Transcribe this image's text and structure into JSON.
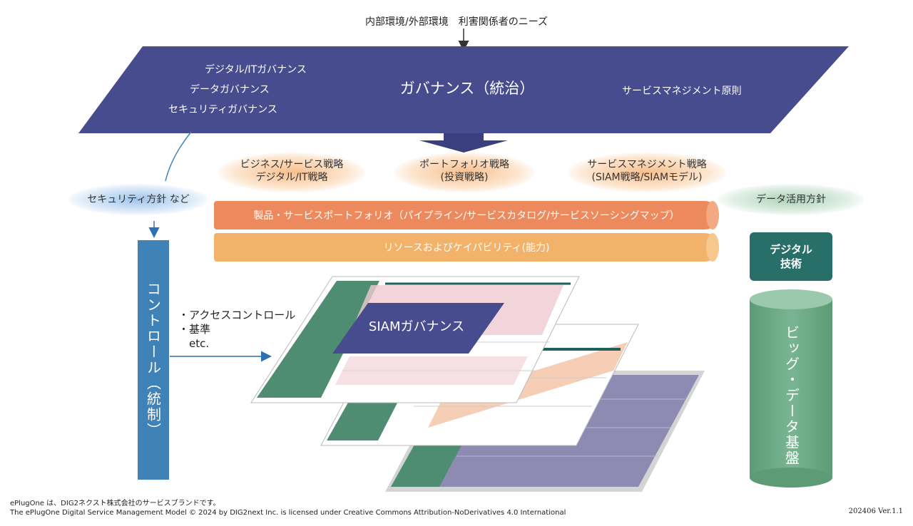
{
  "top_input": "内部環境/外部環境　利害関係者のニーズ",
  "governance": {
    "title": "ガバナンス（統治）",
    "left_items": [
      "デジタル/ITガバナンス",
      "データガバナンス",
      "セキュリティガバナンス"
    ],
    "right_item": "サービスマネジメント原則"
  },
  "strategies": [
    {
      "line1": "ビジネス/サービス戦略",
      "line2": "デジタル/IT戦略"
    },
    {
      "line1": "ポートフォリオ戦略",
      "line2": "(投資戦略)"
    },
    {
      "line1": "サービスマネジメント戦略",
      "line2": "(SIAM戦略/SIAMモデル)"
    }
  ],
  "policies": {
    "security": "セキュリティ方針 など",
    "data": "データ活用方針"
  },
  "pipes": {
    "portfolio": "製品・サービスポートフォリオ（パイプライン/サービスカタログ/サービスソーシングマップ）",
    "resources": "リソースおよびケイパビリティ(能力)"
  },
  "control": {
    "title": "コントロール（統制）",
    "items": [
      "・アクセスコントロール",
      "・基準",
      "　etc."
    ]
  },
  "siam_governance": "SIAMガバナンス",
  "digital_tech": {
    "line1": "デジタル",
    "line2": "技術"
  },
  "big_data": "ビッグ・データ基盤",
  "footer": {
    "line1": "ePlugOne は、DIG2ネクスト株式会社のサービスブランドです。",
    "line2": "The ePlugOne Digital Service Management Model © 2024 by DIG2next Inc. is licensed under Creative Commons Attribution-NoDerivatives 4.0 International",
    "version": "202406 Ver.1.1"
  },
  "colors": {
    "governance": "#464c8d",
    "portfolio_pipe": "#ec8a5e",
    "resource_pipe": "#f2b26a",
    "control": "#3f82b8",
    "digital_tech": "#276f68",
    "big_data": "#6aa884"
  }
}
